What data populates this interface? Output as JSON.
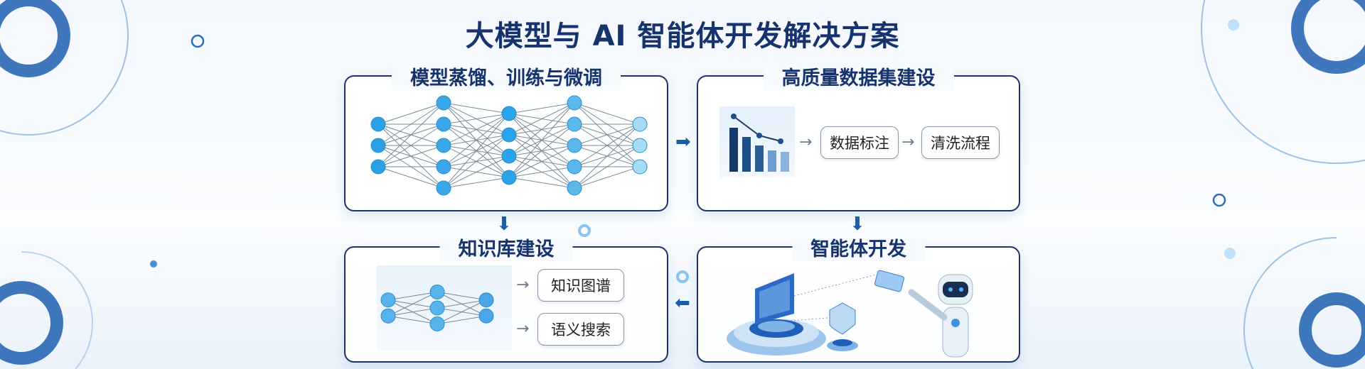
{
  "title": "大模型与 AI 智能体开发解决方案",
  "sections": [
    {
      "title": "模型蒸馏、训练与微调"
    },
    {
      "title": "高质量数据集建设",
      "steps": [
        "数据标注",
        "清洗流程"
      ]
    },
    {
      "title": "知识库建设",
      "outputs": [
        "知识图谱",
        "语义搜索"
      ]
    },
    {
      "title": "智能体开发"
    }
  ],
  "colors": {
    "primary": "#17336e",
    "accent": "#1b5ea8",
    "node": "#3fa9e6"
  }
}
